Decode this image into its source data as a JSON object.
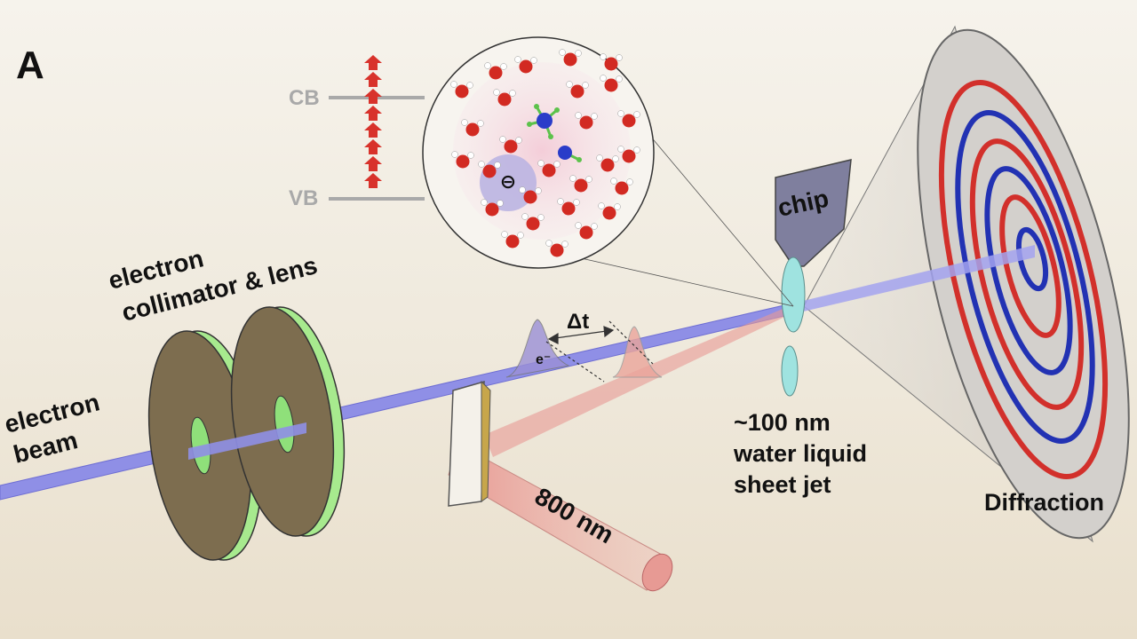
{
  "panel_label": "A",
  "energy_levels": {
    "upper": "CB",
    "lower": "VB"
  },
  "labels": {
    "electron_line1": "electron",
    "electron_line2": "collimator & lens",
    "beam_line1": "electron",
    "beam_line2": "beam",
    "chip": "chip",
    "jet_line1": "~100 nm",
    "jet_line2": "water liquid",
    "jet_line3": "sheet jet",
    "diffraction": "Diffraction",
    "laser": "800 nm",
    "delay": "Δt",
    "electron_symbol": "e⁻",
    "solvated_electron": "⊖"
  },
  "colors": {
    "electron_beam": "#8f8fe6",
    "laser": "#e79a94",
    "ring_red": "#d2302b",
    "ring_blue": "#2232b3",
    "arrow_red": "#d8322b",
    "oxygen": "#d22a22",
    "nitrogen": "#2a3cc9",
    "disk_face": "#7d6d4f",
    "disk_rim": "#a7ea8e",
    "chip_fill": "#7f7f9e",
    "jet": "#9fe3e0"
  },
  "icons": [
    "up-arrow-icon",
    "electron-pulse-icon",
    "laser-pulse-icon"
  ]
}
